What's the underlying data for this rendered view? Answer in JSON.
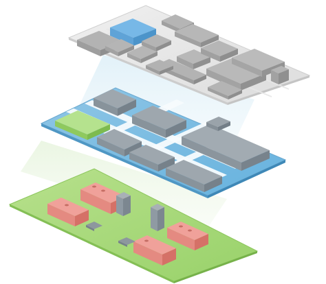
{
  "illustration": {
    "layers": [
      {
        "name": "top-plate",
        "color": "#d8d8d8"
      },
      {
        "name": "middle-plate",
        "color": "#5aa7d6"
      },
      {
        "name": "bottom-plate",
        "color": "#9bd46a"
      }
    ],
    "accent_colors": {
      "blue": "#5aa7d6",
      "green": "#9bd46a",
      "red": "#e07e74",
      "gray": "#8f9aa3",
      "white": "#ffffff"
    },
    "counts": {
      "top_buildings": 14,
      "middle_blocks": 7,
      "bottom_buildings": 4,
      "bottom_towers": 2
    }
  }
}
